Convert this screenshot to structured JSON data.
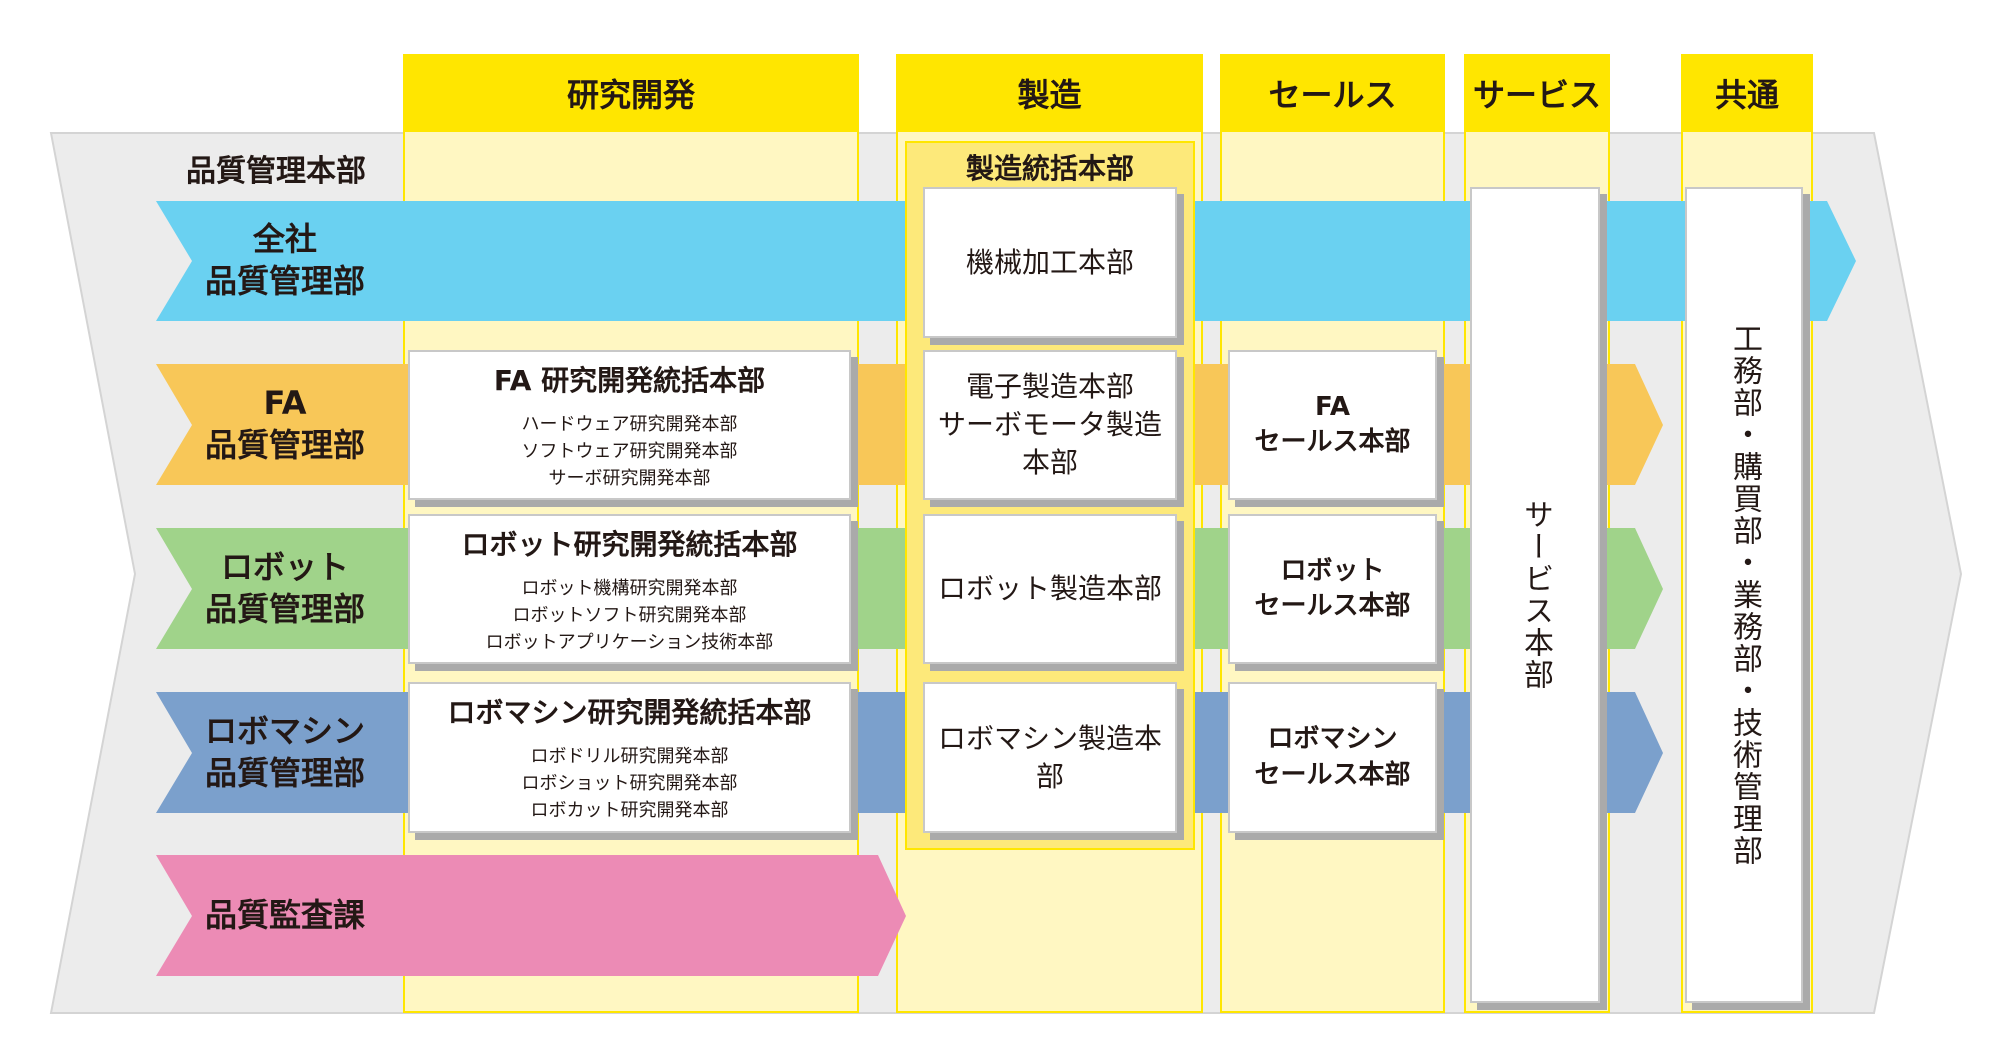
{
  "columns": {
    "rd": "研究開発",
    "mfg": "製造",
    "sales": "セールス",
    "service": "サービス",
    "common": "共通"
  },
  "hq_label": "品質管理本部",
  "rows": [
    {
      "label1": "全社",
      "label2": "品質管理部",
      "color": "#6ad1f1"
    },
    {
      "label1": "FA",
      "label2": "品質管理部",
      "color": "#f8c758"
    },
    {
      "label1": "ロボット",
      "label2": "品質管理部",
      "color": "#a0d38a"
    },
    {
      "label1": "ロボマシン",
      "label2": "品質管理部",
      "color": "#7ba0cc"
    },
    {
      "label1": "品質監査課",
      "color": "#ec8bb5"
    }
  ],
  "rd_cards": [
    {
      "title": "FA 研究開発統括本部",
      "subs": [
        "ハードウェア研究開発本部",
        "ソフトウェア研究開発本部",
        "サーボ研究開発本部"
      ]
    },
    {
      "title": "ロボット研究開発統括本部",
      "subs": [
        "ロボット機構研究開発本部",
        "ロボットソフト研究開発本部",
        "ロボットアプリケーション技術本部"
      ]
    },
    {
      "title": "ロボマシン研究開発統括本部",
      "subs": [
        "ロボドリル研究開発本部",
        "ロボショット研究開発本部",
        "ロボカット研究開発本部"
      ]
    }
  ],
  "mfg_group": "製造統括本部",
  "mfg_cards": [
    [
      "機械加工本部"
    ],
    [
      "電子製造本部",
      "サーボモータ製造本部"
    ],
    [
      "ロボット製造本部"
    ],
    [
      "ロボマシン製造本部"
    ]
  ],
  "sales_cards": [
    [
      "FA",
      "セールス本部"
    ],
    [
      "ロボット",
      "セールス本部"
    ],
    [
      "ロボマシン",
      "セールス本部"
    ]
  ],
  "service_card": "サービス本部",
  "common_card": "工務部・購買部・業務部・技術管理部"
}
